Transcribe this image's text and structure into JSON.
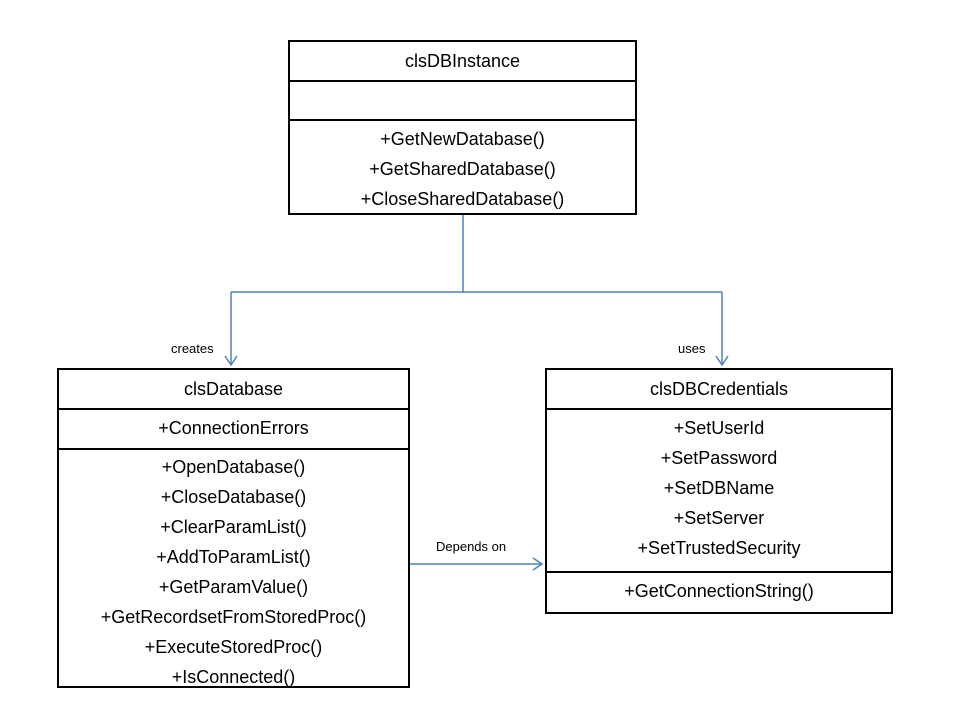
{
  "classes": [
    {
      "name": "clsDBInstance",
      "attributes": [],
      "methods": [
        "+GetNewDatabase()",
        "+GetSharedDatabase()",
        "+CloseSharedDatabase()"
      ]
    },
    {
      "name": "clsDatabase",
      "attributes": [
        "+ConnectionErrors"
      ],
      "methods": [
        "+OpenDatabase()",
        "+CloseDatabase()",
        "+ClearParamList()",
        "+AddToParamList()",
        "+GetParamValue()",
        "+GetRecordsetFromStoredProc()",
        "+ExecuteStoredProc()",
        "+IsConnected()"
      ]
    },
    {
      "name": "clsDBCredentials",
      "attributes": [
        "+SetUserId",
        "+SetPassword",
        "+SetDBName",
        "+SetServer",
        "+SetTrustedSecurity"
      ],
      "methods": [
        "+GetConnectionString()"
      ]
    }
  ],
  "relationships": [
    {
      "from": "clsDBInstance",
      "to": "clsDatabase",
      "label": "creates"
    },
    {
      "from": "clsDBInstance",
      "to": "clsDBCredentials",
      "label": "uses"
    },
    {
      "from": "clsDatabase",
      "to": "clsDBCredentials",
      "label": "Depends on"
    }
  ],
  "colors": {
    "connector": "#4f81bd",
    "box_border": "#000000",
    "background": "#ffffff",
    "text": "#000000"
  }
}
